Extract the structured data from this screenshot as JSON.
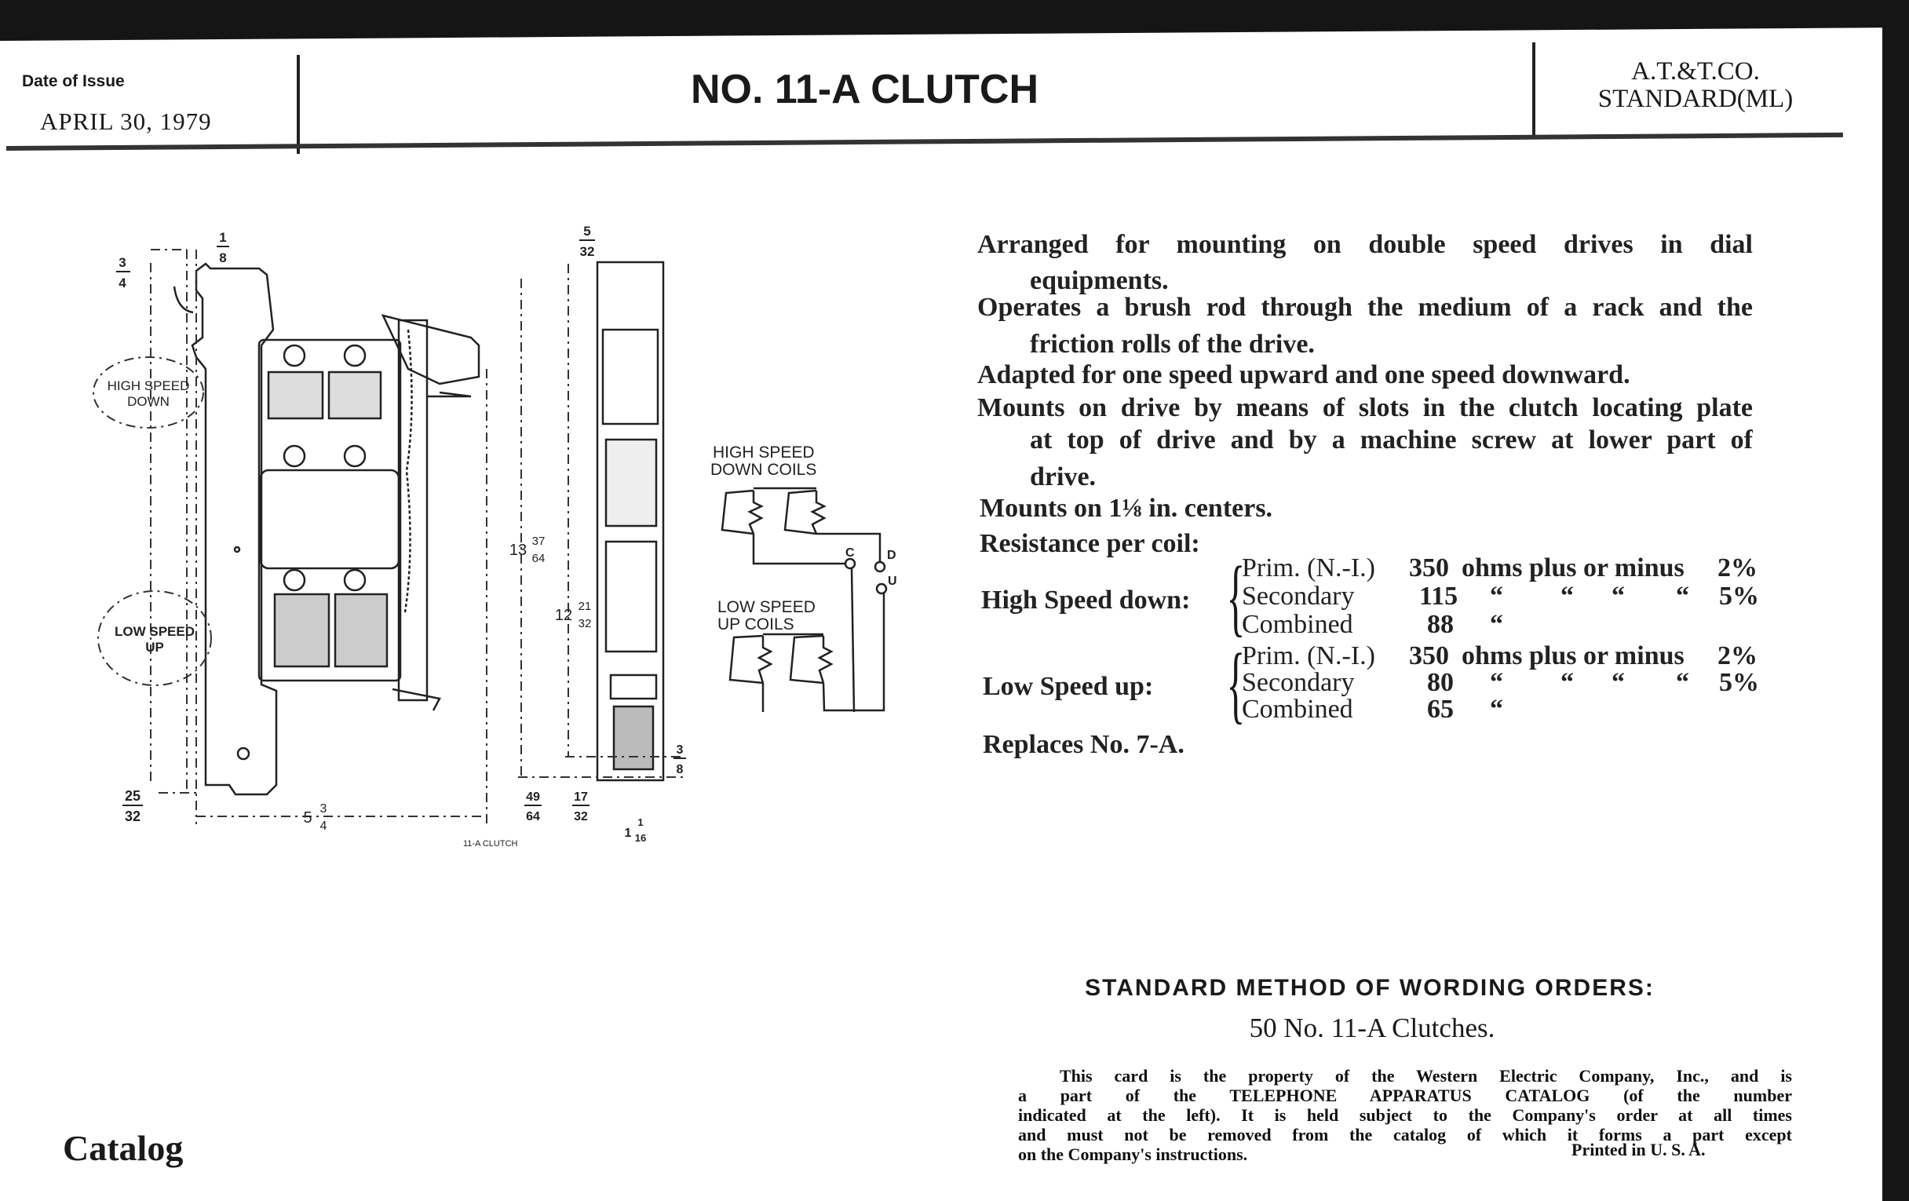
{
  "header": {
    "date_label": "Date of Issue",
    "date": "APRIL 30, 1979",
    "title": "NO. 11-A CLUTCH",
    "org_line1": "A.T.&T.CO.",
    "org_line2": "STANDARD(ML)"
  },
  "description": {
    "lines": [
      "Arranged for mounting on double speed drives in dial",
      "equipments.",
      "Operates a brush rod through the medium of a rack and the",
      "friction rolls of the drive.",
      "Adapted for one speed upward and one speed downward.",
      "Mounts on drive by means of slots in the clutch locating plate",
      "at top of drive and by a machine screw at lower part of",
      "drive.",
      "Mounts on 1⅛ in. centers.",
      "Resistance per coil:"
    ],
    "resistance": [
      {
        "group": "High Speed down:",
        "rows": [
          {
            "coil": "Prim. (N.-I.)",
            "value": "350",
            "unit": "ohms plus or minus",
            "tol": "2%"
          },
          {
            "coil": "Secondary",
            "value": "115",
            "ditto": [
              "“",
              "“",
              "“",
              "“"
            ],
            "tol": "5%"
          },
          {
            "coil": "Combined",
            "value": "88",
            "ditto": [
              "“"
            ]
          }
        ]
      },
      {
        "group": "Low Speed up:",
        "rows": [
          {
            "coil": "Prim. (N.-I.)",
            "value": "350",
            "unit": "ohms plus or minus",
            "tol": "2%"
          },
          {
            "coil": "Secondary",
            "value": "80",
            "ditto": [
              "“",
              "“",
              "“",
              "“"
            ],
            "tol": "5%"
          },
          {
            "coil": "Combined",
            "value": "65",
            "ditto": [
              "“"
            ]
          }
        ]
      }
    ],
    "replaces": "Replaces No. 7-A."
  },
  "ordering": {
    "heading": "STANDARD METHOD OF WORDING ORDERS:",
    "example": "50 No. 11-A Clutches."
  },
  "notice": {
    "lines": [
      "This card is the property of the Western Electric Company, Inc., and is",
      "a part of the TELEPHONE APPARATUS CATALOG (of the number",
      "indicated at the left). It is held subject to the Company's order at all times",
      "and must not be removed from the catalog of which it forms a part except",
      "on the Company's instructions."
    ],
    "printed": "Printed in U. S. A."
  },
  "footer": {
    "catalog": "Catalog"
  },
  "drawing": {
    "labels": {
      "high_speed_down": [
        "HIGH SPEED",
        "DOWN"
      ],
      "low_speed_up": [
        "LOW SPEED",
        "UP"
      ],
      "caption": "11-A CLUTCH"
    },
    "dimensions": {
      "d_3_4": {
        "n": "3",
        "d": "4"
      },
      "d_1_8": {
        "n": "1",
        "d": "8"
      },
      "d_25_32": {
        "n": "25",
        "d": "32"
      },
      "d_5_3_4": {
        "w": "5",
        "n": "3",
        "d": "4"
      },
      "d_5_32": {
        "n": "5",
        "d": "32"
      },
      "d_13_37_64": {
        "w": "13",
        "n": "37",
        "d": "64"
      },
      "d_12_21_32": {
        "w": "12",
        "n": "21",
        "d": "32"
      },
      "d_3_8": {
        "n": "3",
        "d": "8"
      },
      "d_49_64": {
        "n": "49",
        "d": "64"
      },
      "d_17_32": {
        "n": "17",
        "d": "32"
      },
      "d_1_1_16": {
        "w": "1",
        "n": "1",
        "d": "16"
      }
    },
    "schematic": {
      "high_label": [
        "HIGH SPEED",
        "DOWN COILS"
      ],
      "low_label": [
        "LOW SPEED",
        "UP COILS"
      ],
      "terminals": [
        "C",
        "D",
        "U"
      ]
    }
  }
}
